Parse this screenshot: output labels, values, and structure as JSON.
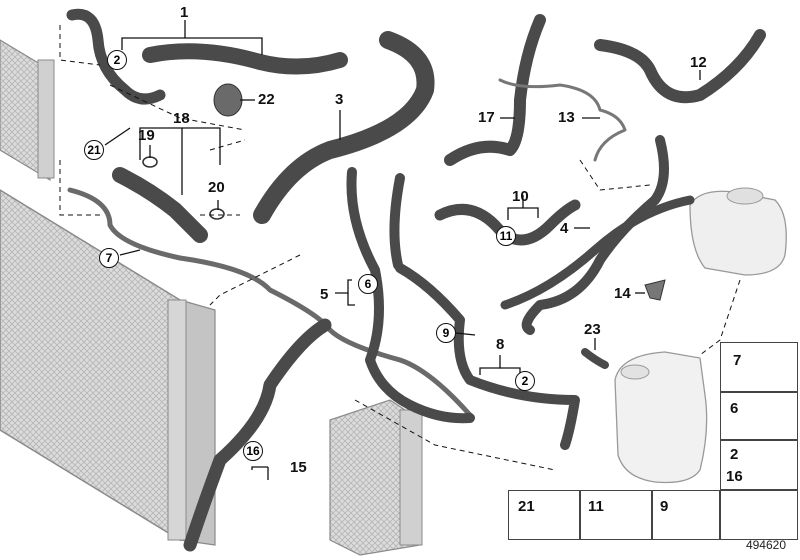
{
  "diagram": {
    "doc_id": "494620",
    "callouts": {
      "c1": "1",
      "c2a": "2",
      "c3": "3",
      "c4": "4",
      "c5": "5",
      "c6": "6",
      "c7": "7",
      "c8": "8",
      "c2b": "2",
      "c9": "9",
      "c10": "10",
      "c11": "11",
      "c12": "12",
      "c13": "13",
      "c14": "14",
      "c15": "15",
      "c16": "16",
      "c17": "17",
      "c18": "18",
      "c19": "19",
      "c20": "20",
      "c21": "21",
      "c22": "22",
      "c23": "23"
    },
    "legend": {
      "l7": "7",
      "l6": "6",
      "l2": "2",
      "l16": "16",
      "l21": "21",
      "l11": "11",
      "l9": "9"
    },
    "colors": {
      "hose": "#555555",
      "hose_light": "#9a9a9a",
      "line": "#111111",
      "radiator": "#cfcfcf"
    }
  }
}
